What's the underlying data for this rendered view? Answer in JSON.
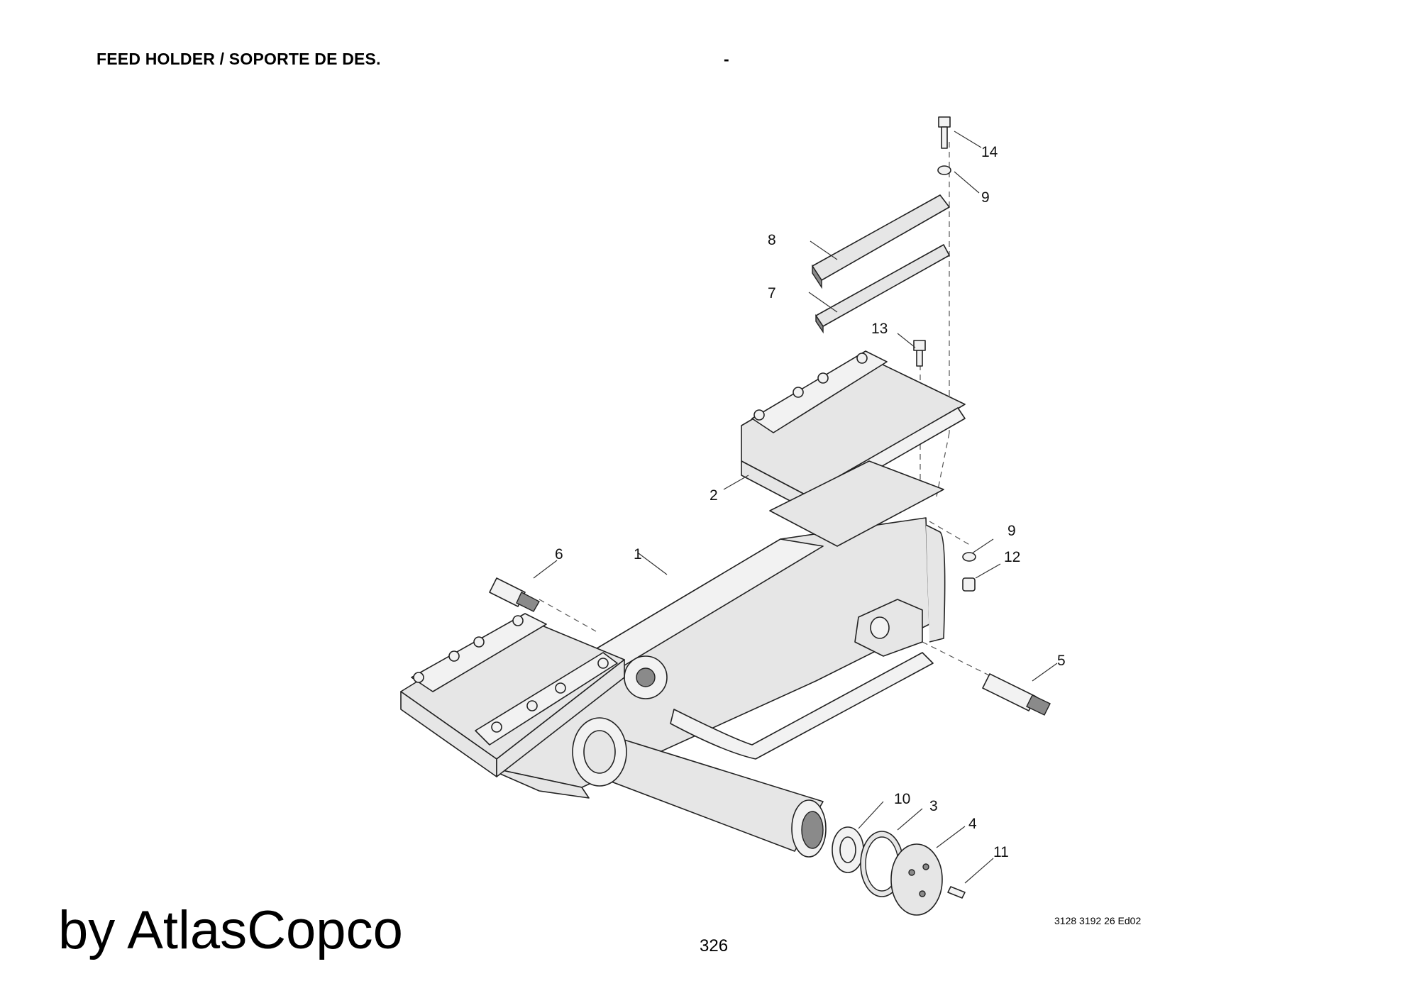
{
  "header": {
    "title": "FEED HOLDER / SOPORTE DE DES.",
    "dash": "-"
  },
  "footer": {
    "brand": "by AtlasCopco",
    "page_number": "326",
    "doc_ref": "3128 3192 26 Ed02"
  },
  "callouts": {
    "c14": "14",
    "c9a": "9",
    "c8": "8",
    "c7": "7",
    "c13": "13",
    "c2": "2",
    "c9b": "9",
    "c12": "12",
    "c6": "6",
    "c1": "1",
    "c5": "5",
    "c10": "10",
    "c3": "3",
    "c4": "4",
    "c11": "11"
  }
}
